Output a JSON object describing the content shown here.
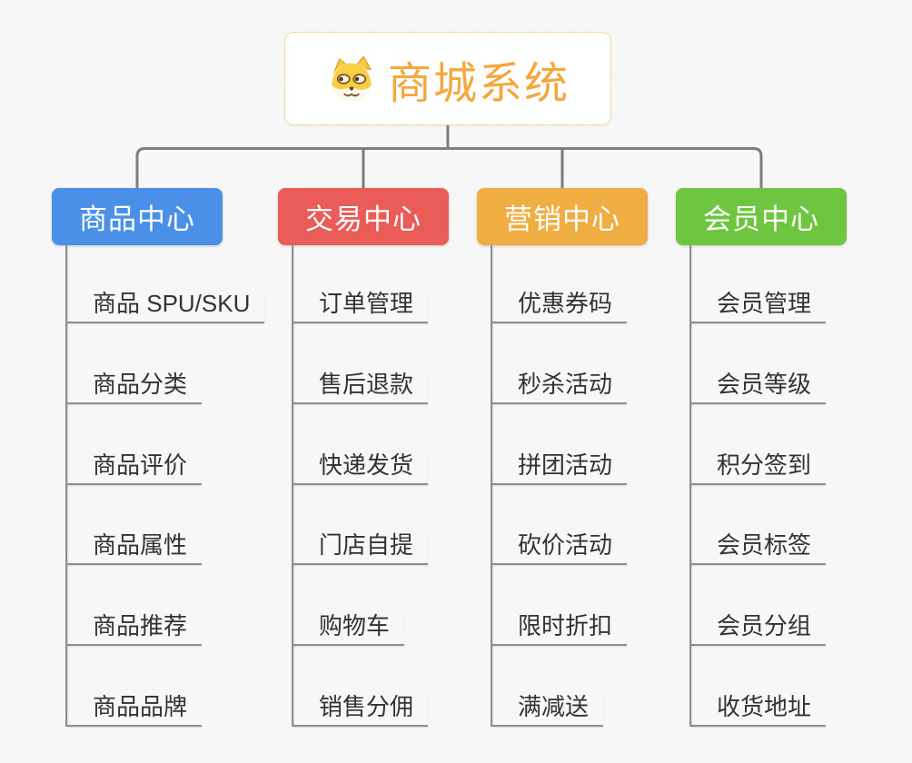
{
  "root": {
    "title": "商城系统",
    "icon": "dog-icon",
    "title_color": "#f4a73c",
    "border_color": "#efae57",
    "background": "#ffffff"
  },
  "branches": [
    {
      "label": "商品中心",
      "color": "#4b90e8",
      "children": [
        "商品 SPU/SKU",
        "商品分类",
        "商品评价",
        "商品属性",
        "商品推荐",
        "商品品牌"
      ]
    },
    {
      "label": "交易中心",
      "color": "#e95c57",
      "children": [
        "订单管理",
        "售后退款",
        "快递发货",
        "门店自提",
        "购物车",
        "销售分佣"
      ]
    },
    {
      "label": "营销中心",
      "color": "#f0ad42",
      "children": [
        "优惠券码",
        "秒杀活动",
        "拼团活动",
        "砍价活动",
        "限时折扣",
        "满减送"
      ]
    },
    {
      "label": "会员中心",
      "color": "#6ec53f",
      "children": [
        "会员管理",
        "会员等级",
        "积分签到",
        "会员标签",
        "会员分组",
        "收货地址"
      ]
    }
  ],
  "style": {
    "connector_color": "#7d7d7d",
    "leaf_line_color": "#8f8f8f",
    "leaf_text_color": "#333333",
    "page_background": "#f7f7f7"
  }
}
